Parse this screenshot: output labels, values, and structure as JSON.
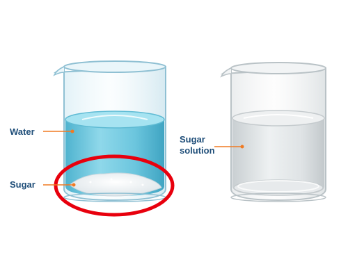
{
  "labels": {
    "water": "Water",
    "sugar": "Sugar",
    "solution_line1": "Sugar",
    "solution_line2": "solution"
  },
  "colors": {
    "water": "#5fc3dc",
    "solution": "#d9dddf",
    "sugar": "#f4f6f8",
    "pointer": "#f07a22",
    "label_text": "#1f4e79",
    "highlight_ring": "#e8000d",
    "glass_outline": "#7fb2c8"
  }
}
